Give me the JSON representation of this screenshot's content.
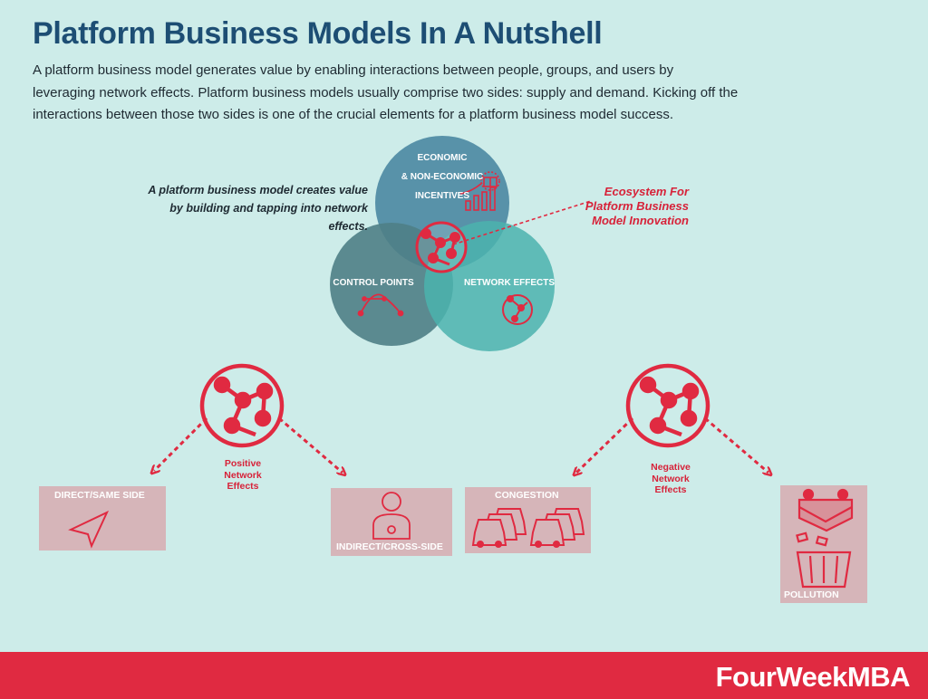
{
  "header": {
    "title": "Platform Business Models In A Nutshell",
    "intro": "A platform business model generates value by enabling interactions between people, groups, and users by leveraging network effects. Platform business models usually comprise two sides: supply and demand. Kicking off the interactions between those two sides is one of the crucial elements for a platform business model success."
  },
  "venn": {
    "top_label_1": "ECONOMIC",
    "top_label_2": "& NON-ECONOMIC",
    "top_label_3": "INCENTIVES",
    "left_label": "CONTROL POINTS",
    "right_label": "NETWORK EFFECTS",
    "quote": "A platform business model creates value by building and tapping into network effects.",
    "center_label_1": "Ecosystem For",
    "center_label_2": "Platform Business",
    "center_label_3": "Model Innovation"
  },
  "positive": {
    "label_1": "Positive",
    "label_2": "Network",
    "label_3": "Effects",
    "left_box": "DIRECT/SAME SIDE",
    "right_box": "INDIRECT/CROSS-SIDE"
  },
  "negative": {
    "label_1": "Negative",
    "label_2": "Network",
    "label_3": "Effects",
    "left_box": "CONGESTION",
    "right_box": "POLLUTION"
  },
  "footer": {
    "brand": "FourWeekMBA"
  },
  "colors": {
    "background": "#cdece9",
    "title": "#1d4e74",
    "accent_red": "#e02a41",
    "circle_top": "#4e8aa3",
    "circle_left": "#4f7f86",
    "circle_right": "#4bb3ae",
    "box": "#d6b5b9"
  }
}
